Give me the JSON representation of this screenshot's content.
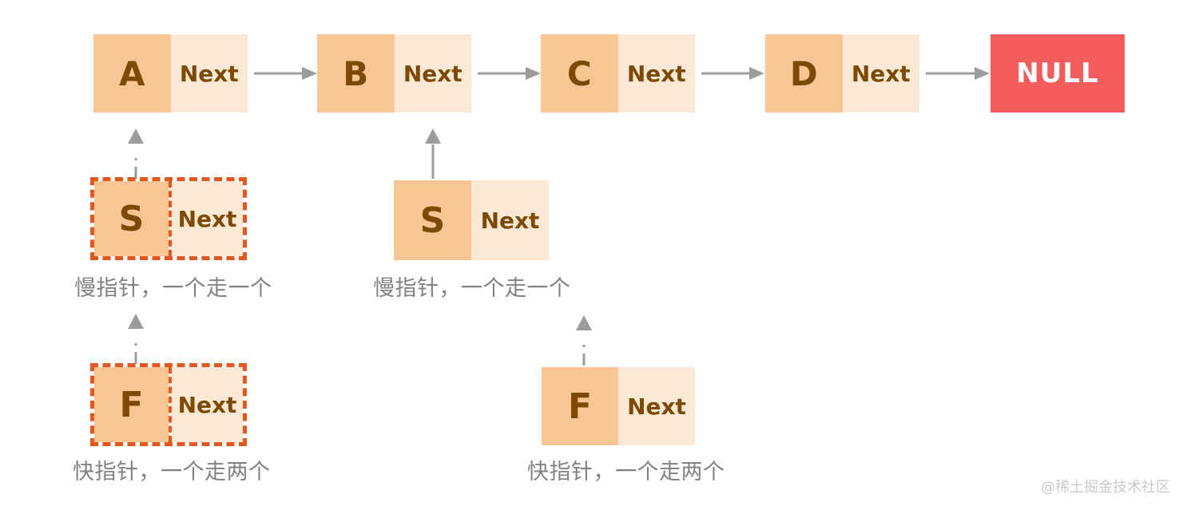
{
  "colors": {
    "cell_left": "#F8C694",
    "cell_right": "#FCE9D5",
    "node_text": "#7C4A03",
    "null_bg": "#F25C5C",
    "null_text": "#FFFFFF",
    "dashed_border": "#E2581F",
    "arrow": "#9C9C9C",
    "caption": "#828282",
    "watermark": "#CBCBCB",
    "background": "#FFFFFF"
  },
  "list": {
    "nodes": [
      {
        "value": "A",
        "pointer_label": "Next"
      },
      {
        "value": "B",
        "pointer_label": "Next"
      },
      {
        "value": "C",
        "pointer_label": "Next"
      },
      {
        "value": "D",
        "pointer_label": "Next"
      }
    ],
    "terminator_label": "NULL"
  },
  "slow_pointer": {
    "symbol": "S",
    "pointer_label": "Next",
    "caption": "慢指针，一个走一个",
    "ghost_at_node": "A",
    "current_at_node": "B"
  },
  "fast_pointer": {
    "symbol": "F",
    "pointer_label": "Next",
    "caption": "快指针，一个走两个",
    "ghost_at_node": "A",
    "current_at_node": "C"
  },
  "watermark_text": "@稀土掘金技术社区"
}
